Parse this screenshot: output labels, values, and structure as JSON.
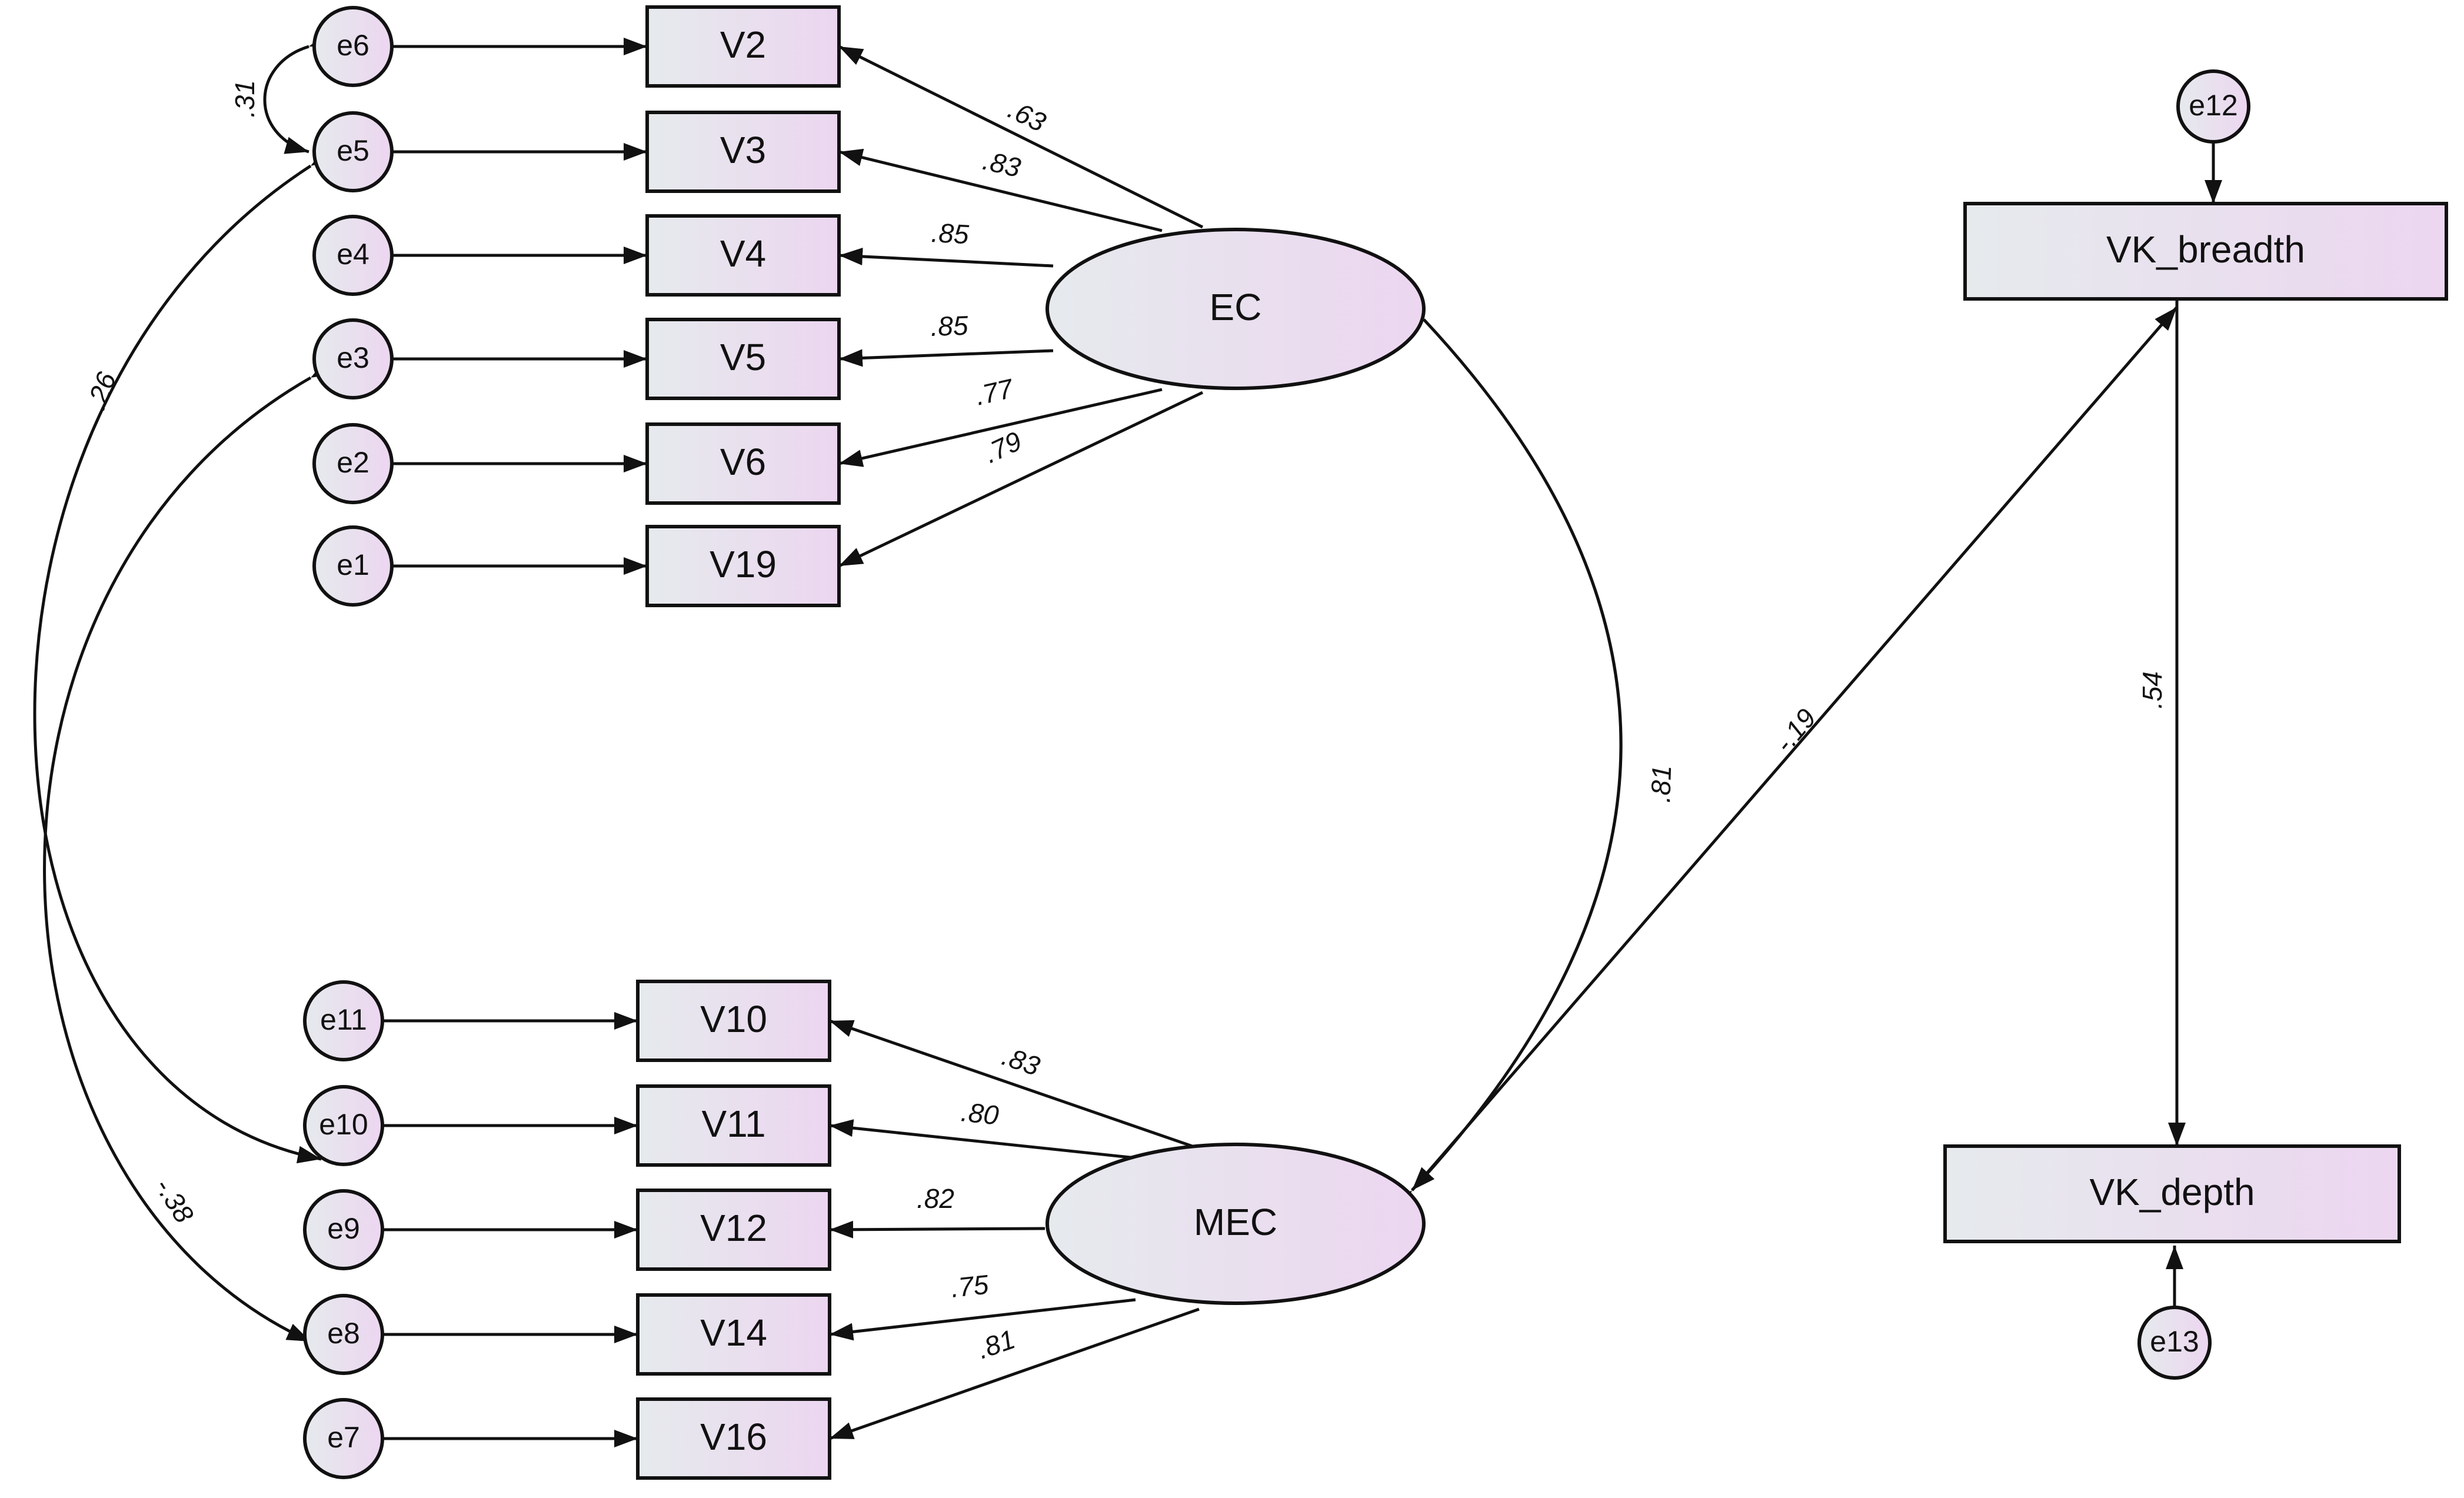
{
  "colors": {
    "fill_start": "#e6eaed",
    "fill_end": "#ecd6f0",
    "stroke": "#111111"
  },
  "latents": {
    "ec": "EC",
    "mec": "MEC"
  },
  "observed": {
    "v2": "V2",
    "v3": "V3",
    "v4": "V4",
    "v5": "V5",
    "v6": "V6",
    "v19": "V19",
    "v10": "V10",
    "v11": "V11",
    "v12": "V12",
    "v14": "V14",
    "v16": "V16",
    "vk_breadth": "VK_breadth",
    "vk_depth": "VK_depth"
  },
  "errors": {
    "e1": "e1",
    "e2": "e2",
    "e3": "e3",
    "e4": "e4",
    "e5": "e5",
    "e6": "e6",
    "e7": "e7",
    "e8": "e8",
    "e9": "e9",
    "e10": "e10",
    "e11": "e11",
    "e12": "e12",
    "e13": "e13"
  },
  "coefficients": {
    "ec_v2": ".63",
    "ec_v3": ".83",
    "ec_v4": ".85",
    "ec_v5": ".85",
    "ec_v6": ".77",
    "ec_v19": ".79",
    "mec_v10": ".83",
    "mec_v11": ".80",
    "mec_v12": ".82",
    "mec_v14": ".75",
    "mec_v16": ".81",
    "ec_mec": ".81",
    "mec_breadth": "-.19",
    "breadth_depth": ".54",
    "e6_e5": ".31",
    "e5_e10": ".26",
    "e3_e8": "-.38"
  }
}
